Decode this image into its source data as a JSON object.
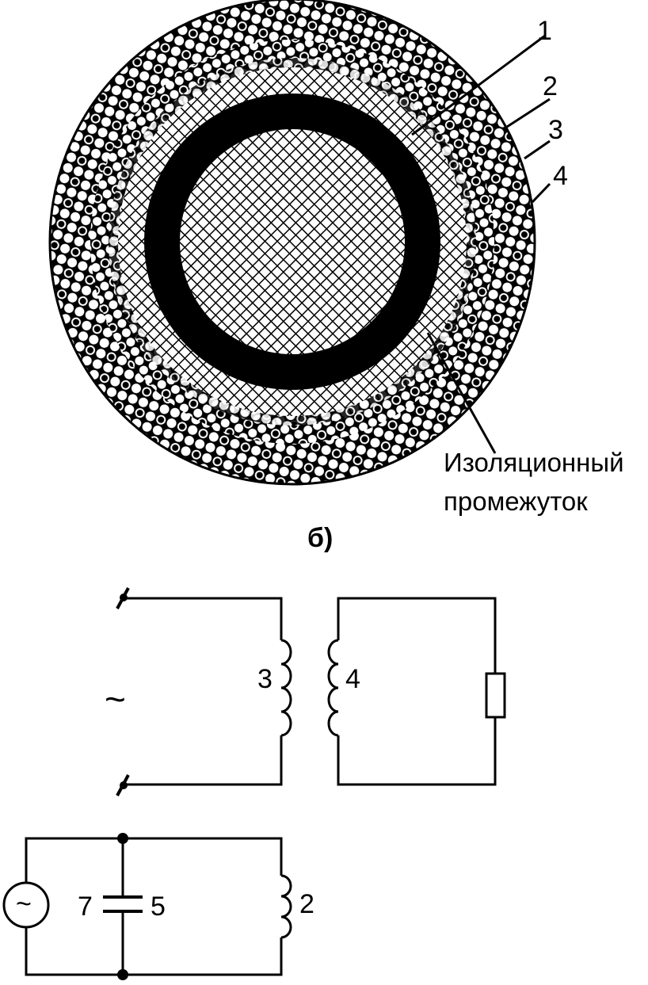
{
  "cross_section": {
    "labels": [
      "1",
      "2",
      "3",
      "4"
    ],
    "gap_label_line1": "Изоляционный",
    "gap_label_line2": "промежуток",
    "caption": "б)"
  },
  "transformer_circuit": {
    "source_symbol": "~",
    "primary_coil_label": "3",
    "secondary_coil_label": "4"
  },
  "oscillator_circuit": {
    "capacitor_left_label": "7",
    "capacitor_right_label": "5",
    "coil_label": "2",
    "generator_symbol": "~"
  }
}
